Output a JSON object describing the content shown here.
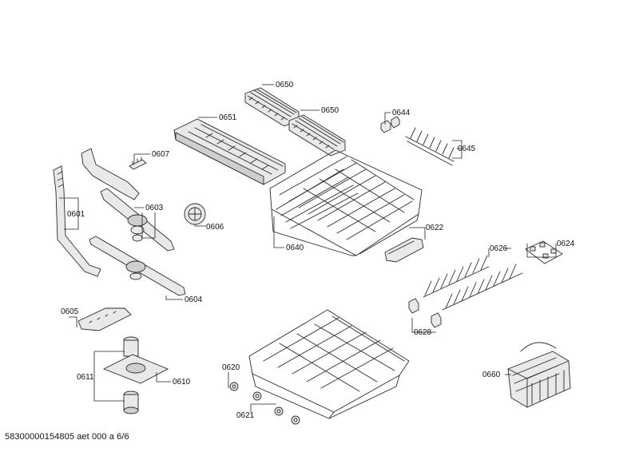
{
  "drawing": {
    "footer": "58300000154805 aet 000 a 6/6"
  },
  "labels": [
    {
      "id": "0650a",
      "text": "0650"
    },
    {
      "id": "0650b",
      "text": "0650"
    },
    {
      "id": "0651",
      "text": "0651"
    },
    {
      "id": "0644",
      "text": "0644"
    },
    {
      "id": "0645",
      "text": "0645"
    },
    {
      "id": "0607",
      "text": "0607"
    },
    {
      "id": "0601",
      "text": "0601"
    },
    {
      "id": "0603",
      "text": "0603"
    },
    {
      "id": "0606",
      "text": "0606"
    },
    {
      "id": "0640",
      "text": "0640"
    },
    {
      "id": "0622",
      "text": "0622"
    },
    {
      "id": "0626",
      "text": "0626"
    },
    {
      "id": "0624",
      "text": "0624"
    },
    {
      "id": "0604",
      "text": "0604"
    },
    {
      "id": "0605",
      "text": "0605"
    },
    {
      "id": "0628",
      "text": "0628"
    },
    {
      "id": "0611",
      "text": "0611"
    },
    {
      "id": "0610",
      "text": "0610"
    },
    {
      "id": "0620",
      "text": "0620"
    },
    {
      "id": "0621",
      "text": "0621"
    },
    {
      "id": "0660",
      "text": "0660"
    }
  ]
}
